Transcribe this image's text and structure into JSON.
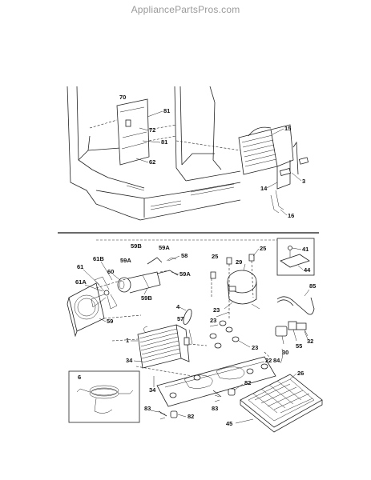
{
  "watermark": "AppliancePartsPros.com",
  "callouts": {
    "c70": "70",
    "c81a": "81",
    "c72": "72",
    "c81b": "81",
    "c62": "62",
    "c15": "15",
    "c14": "14",
    "c3": "3",
    "c16": "16",
    "c59b_top": "59B",
    "c59a_top": "59A",
    "c58": "58",
    "c59a_mid": "59A",
    "c61": "61",
    "c61b": "61B",
    "c60": "60",
    "c59a_low": "59A",
    "c61a": "61A",
    "c59b_low": "59B",
    "c59": "59",
    "c25a": "25",
    "c25b": "25",
    "c29": "29",
    "c41": "41",
    "c44": "44",
    "c85": "85",
    "c4": "4",
    "c57": "57",
    "c23a": "23",
    "c23b": "23",
    "c23c": "23",
    "c1": "1",
    "c34a": "34",
    "c34b": "34",
    "c30": "30",
    "c55": "55",
    "c32": "32",
    "c84": "84",
    "c22": "22",
    "c26": "26",
    "c6": "6",
    "c82a": "82",
    "c82b": "82",
    "c83a": "83",
    "c83b": "83",
    "c45": "45"
  }
}
